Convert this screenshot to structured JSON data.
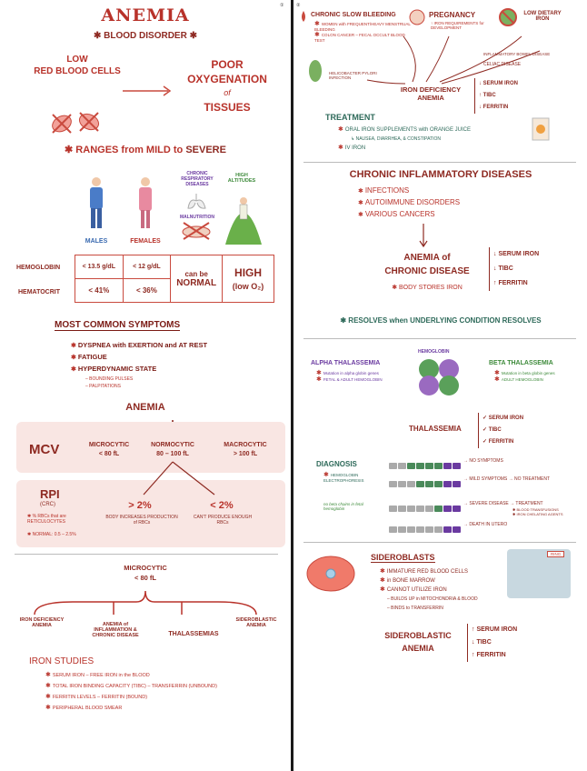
{
  "page_numbers": {
    "left": "①",
    "right": "②"
  },
  "left": {
    "title": "ANEMIA",
    "subtitle": "✱ BLOOD DISORDER ✱",
    "low_rbc": "LOW",
    "low_rbc2": "RED BLOOD CELLS",
    "poor": "POOR",
    "oxygenation": "OXYGENATION",
    "of": "of",
    "tissues": "TISSUES",
    "ranges_a": "✱ RANGES from MILD to ",
    "ranges_b": "SEVERE",
    "males": "MALES",
    "females": "FEMALES",
    "chronic_resp": "CHRONIC RESPIRATORY DISEASES",
    "high_alt": "HIGH ALTITUDES",
    "malnutrition": "MALNUTRITION",
    "table": {
      "hemoglobin": "HEMOGLOBIN",
      "hematocrit": "HEMATOCRIT",
      "hb_m": "< 13.5 g/dL",
      "hb_f": "< 12 g/dL",
      "hct_m": "< 41%",
      "hct_f": "< 36%",
      "can_be": "can be",
      "normal": "NORMAL",
      "high": "HIGH",
      "low_o2": "(low O₂)"
    },
    "symptoms_title": "MOST COMMON SYMPTOMS",
    "symptoms": [
      "DYSPNEA with EXERTION and AT REST",
      "FATIGUE",
      "HYPERDYNAMIC STATE"
    ],
    "symptom_sub": [
      "– BOUNDING PULSES",
      "– PALPITATIONS"
    ],
    "anemia_hdr": "ANEMIA",
    "mcv": "MCV",
    "micro": "MICROCYTIC",
    "micro_v": "< 80 fL",
    "normo": "NORMOCYTIC",
    "normo_v": "80 – 100 fL",
    "macro": "MACROCYTIC",
    "macro_v": "> 100 fL",
    "rpi": "RPI",
    "rpi_sub": "(CRC)",
    "rpi_note1": "✱ % RBCs that are RETICULOCYTES",
    "rpi_note2": "✱ NORMAL: 0.5 – 2.5%",
    "gt2": "> 2%",
    "gt2_sub": "BODY INCREASES PRODUCTION of RBCs",
    "lt2": "< 2%",
    "lt2_sub": "CAN'T PRODUCE ENOUGH RBCs",
    "micro2": "MICROCYTIC",
    "micro2_v": "< 80 fL",
    "ida": "IRON DEFICIENCY ANEMIA",
    "aic": "ANEMIA of INFLAMMATION & CHRONIC DISEASE",
    "thal": "THALASSEMIAS",
    "sidero": "SIDEROBLASTIC ANEMIA",
    "iron_studies": "IRON STUDIES",
    "iron_items": [
      "SERUM IRON – FREE IRON in the BLOOD",
      "TOTAL IRON BINDING CAPACITY (TIBC) – TRANSFERRIN (UNBOUND)",
      "FERRITIN LEVELS – FERRITIN (BOUND)",
      "PERIPHERAL BLOOD SMEAR"
    ]
  },
  "right": {
    "csb": "CHRONIC SLOW BLEEDING",
    "csb_items": [
      "WOMEN with FREQUENT/HEAVY MENSTRUAL BLEEDING",
      "COLON CANCER – FECAL OCCULT BLOOD TEST"
    ],
    "pregnancy": "PREGNANCY",
    "preg_sub": "↑ IRON REQUIREMENTS for DEVELOPMENT",
    "low_diet": "LOW DIETARY IRON",
    "ibd": "INFLAMMATORY BOWEL DISEASE",
    "celiac": "CELIAC DISEASE",
    "hpylori": "HELICOBACTER PYLORI INFECTION",
    "ida": "IRON DEFICIENCY ANEMIA",
    "ida_labs": [
      "↓ SERUM IRON",
      "↑ TIBC",
      "↓ FERRITIN"
    ],
    "treatment": "TREATMENT",
    "treat_items": [
      "ORAL IRON SUPPLEMENTS with ORANGE JUICE",
      "IV IRON"
    ],
    "treat_sub": "↳ NAUSEA, DIARRHEA, & CONSTIPATION",
    "cid": "CHRONIC INFLAMMATORY DISEASES",
    "cid_items": [
      "INFECTIONS",
      "AUTOIMMUNE DISORDERS",
      "VARIOUS CANCERS"
    ],
    "acd": "ANEMIA of",
    "acd2": "CHRONIC DISEASE",
    "acd_sub": "✱ BODY STORES IRON",
    "acd_labs": [
      "↓ SERUM IRON",
      "↓ TIBC",
      "↑ FERRITIN"
    ],
    "resolves": "✱ RESOLVES when UNDERLYING CONDITION RESOLVES",
    "hemoglobin": "HEMOGLOBIN",
    "alpha": "ALPHA THALASSEMIA",
    "alpha_items": [
      "Mutation in alpha globin genes",
      "FETAL & ADULT HEMOGLOBIN"
    ],
    "beta": "BETA THALASSEMIA",
    "beta_items": [
      "Mutation in beta globin genes",
      "ADULT HEMOGLOBIN"
    ],
    "thal": "THALASSEMIA",
    "thal_labs": [
      "✓ SERUM IRON",
      "✓ TIBC",
      "✓ FERRITIN"
    ],
    "diagnosis": "DIAGNOSIS",
    "diag_items": [
      "HEMOGLOBIN ELECTROPHORESIS"
    ],
    "no_beta": "no beta chains in fetal hemoglobin",
    "rows": [
      "→ NO SYMPTOMS",
      "→ MILD SYMPTOMS → NO TREATMENT",
      "→ SEVERE DISEASE → TREATMENT",
      "→ DEATH IN UTERO"
    ],
    "treat_detail": [
      "✱ BLOOD TRANSFUSIONS",
      "✱ IRON CHELATING AGENTS"
    ],
    "sideroblasts": "SIDEROBLASTS",
    "ring": "RING",
    "sidero_items": [
      "IMMATURE RED BLOOD CELLS",
      "in BONE MARROW",
      "CANNOT UTILIZE IRON"
    ],
    "sidero_sub": [
      "– BUILDS UP in MITOCHONDRIA & BLOOD",
      "– BINDS to TRANSFERRIN"
    ],
    "sa": "SIDEROBLASTIC",
    "sa2": "ANEMIA",
    "sa_labs": [
      "↑ SERUM IRON",
      "↓ TIBC",
      "↑ FERRITIN"
    ]
  },
  "colors": {
    "red": "#b8322a",
    "teal": "#2e6a5a",
    "purple": "#6a3aa0",
    "green": "#3d8a3a",
    "panel": "#f9e6e3"
  }
}
